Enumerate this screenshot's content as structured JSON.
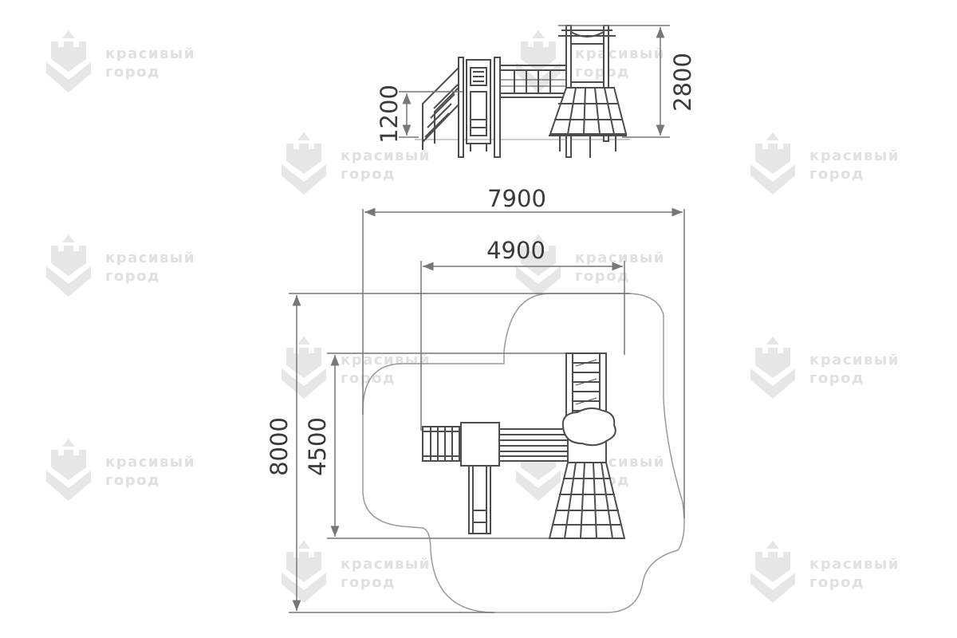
{
  "watermark": {
    "line1": "красивый",
    "line2": "город",
    "color": "#e0e0e0"
  },
  "dimensions": {
    "side_height_low": "1200",
    "side_height_high": "2800",
    "overall_width": "7900",
    "structure_width": "4900",
    "overall_depth": "8000",
    "structure_depth": "4500"
  },
  "colors": {
    "line": "#4d4d4d",
    "dim_line": "#777777",
    "text": "#3a3a3a"
  }
}
